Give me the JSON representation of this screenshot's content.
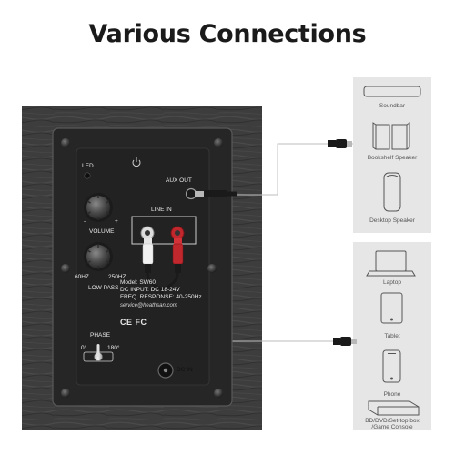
{
  "title": "Various Connections",
  "speaker_panel": {
    "led_label": "LED",
    "power_icon": "power-icon",
    "aux_out_label": "AUX OUT",
    "line_in_label": "LINE IN",
    "volume_label": "VOLUME",
    "volume_minus": "-",
    "volume_plus": "+",
    "lowpass_min": "60HZ",
    "lowpass_max": "250HZ",
    "lowpass_label": "LOW PASS",
    "spec_lines": [
      "Model: SW60",
      "DC INPUT: DC 18-24V",
      "FREQ. RESPONSE: 40-250Hz"
    ],
    "service_email": "service@heathsan.com",
    "certification_logos": "CE FC",
    "phase_label": "PHASE",
    "phase_0": "0°",
    "phase_180": "180°",
    "dc_in_label": "DC IN"
  },
  "output_devices": [
    {
      "label": "Soundbar",
      "icon": "soundbar-icon"
    },
    {
      "label": "Bookshelf Speaker",
      "icon": "bookshelf-speaker-icon"
    },
    {
      "label": "Desktop Speaker",
      "icon": "desktop-speaker-icon"
    }
  ],
  "input_devices": [
    {
      "label": "Laptop",
      "icon": "laptop-icon"
    },
    {
      "label": "Tablet",
      "icon": "tablet-icon"
    },
    {
      "label": "Phone",
      "icon": "phone-icon"
    },
    {
      "label": "BD/DVD/Set-top box /Game Console",
      "icon": "set-top-box-icon"
    }
  ],
  "colors": {
    "wood": "#3b3b3b",
    "plate": "#262626",
    "device_panel": "#e6e6e6",
    "rca_red": "#c0282d"
  }
}
